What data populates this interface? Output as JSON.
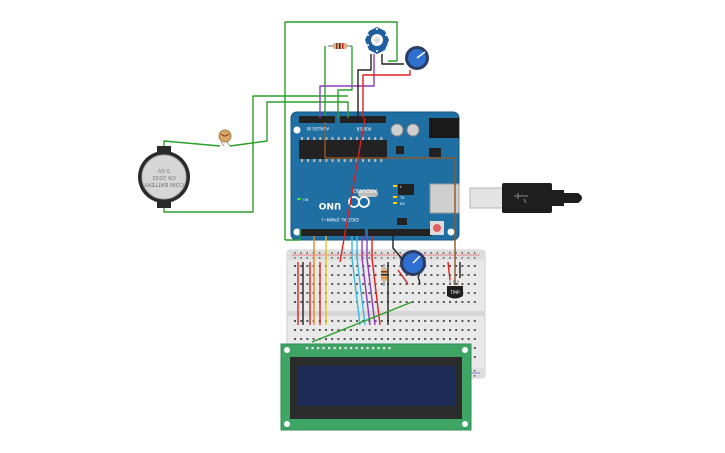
{
  "arduino": {
    "brand": "ARDUINO",
    "model": "UNO",
    "header_analog": "ANALOG IN",
    "header_power": "POWER",
    "header_digital": "DIGITAL (PWM~)",
    "led_tx": "TX",
    "led_rx": "RX",
    "led_on": "ON",
    "led_l": "L"
  },
  "battery": {
    "line1": "COIN BATTERY",
    "line2": "CR 2032",
    "line3": "3.0V"
  },
  "temp_sensor": {
    "label": "TMP"
  },
  "colors": {
    "board": "#1f6fa3",
    "breadboard": "#e9e9e9",
    "lcd_pcb": "#3fa565",
    "lcd_screen": "#1d2a56",
    "usb_plug": "#1e1e1e",
    "wire_green": "#2c9f2c",
    "wire_red": "#e02020",
    "wire_black": "#222222",
    "wire_purple": "#8b3fb8",
    "wire_orange": "#e68a1f",
    "wire_yellow": "#e8c51a",
    "wire_cyan": "#3ab7e0",
    "wire_brown": "#8a5a2b"
  }
}
